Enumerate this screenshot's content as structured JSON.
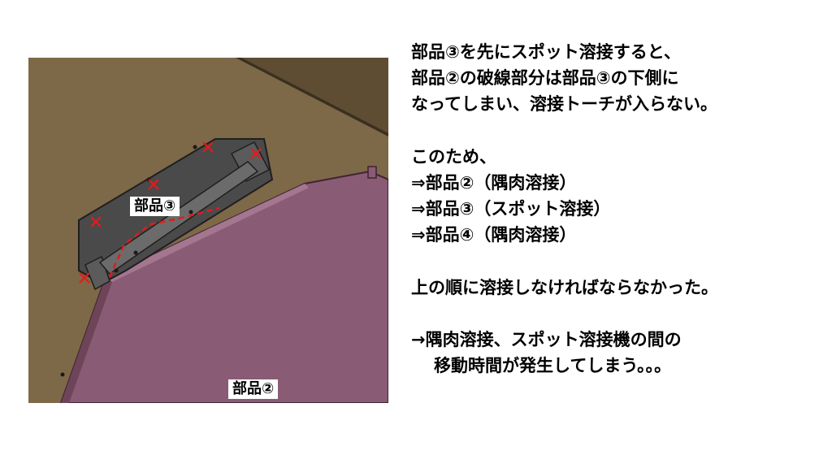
{
  "figure": {
    "label_part3": "部品③",
    "label_part2": "部品②",
    "colors": {
      "background_table": "#7d6848",
      "part2_plate": "#8a5b74",
      "bracket": "#4a4a4a",
      "mark_red": "#e51a1a"
    }
  },
  "notes": {
    "lines": [
      "部品③を先にスポット溶接すると、",
      "部品②の破線部分は部品③の下側に",
      "なってしまい、溶接トーチが入らない。",
      "",
      "このため、",
      "⇒部品②（隅肉溶接）",
      "⇒部品③（スポット溶接）",
      "⇒部品④（隅肉溶接）",
      "",
      "上の順に溶接しなければならなかった。",
      "",
      "→隅肉溶接、スポット溶接機の間の",
      "移動時間が発生してしまう。。。"
    ]
  }
}
